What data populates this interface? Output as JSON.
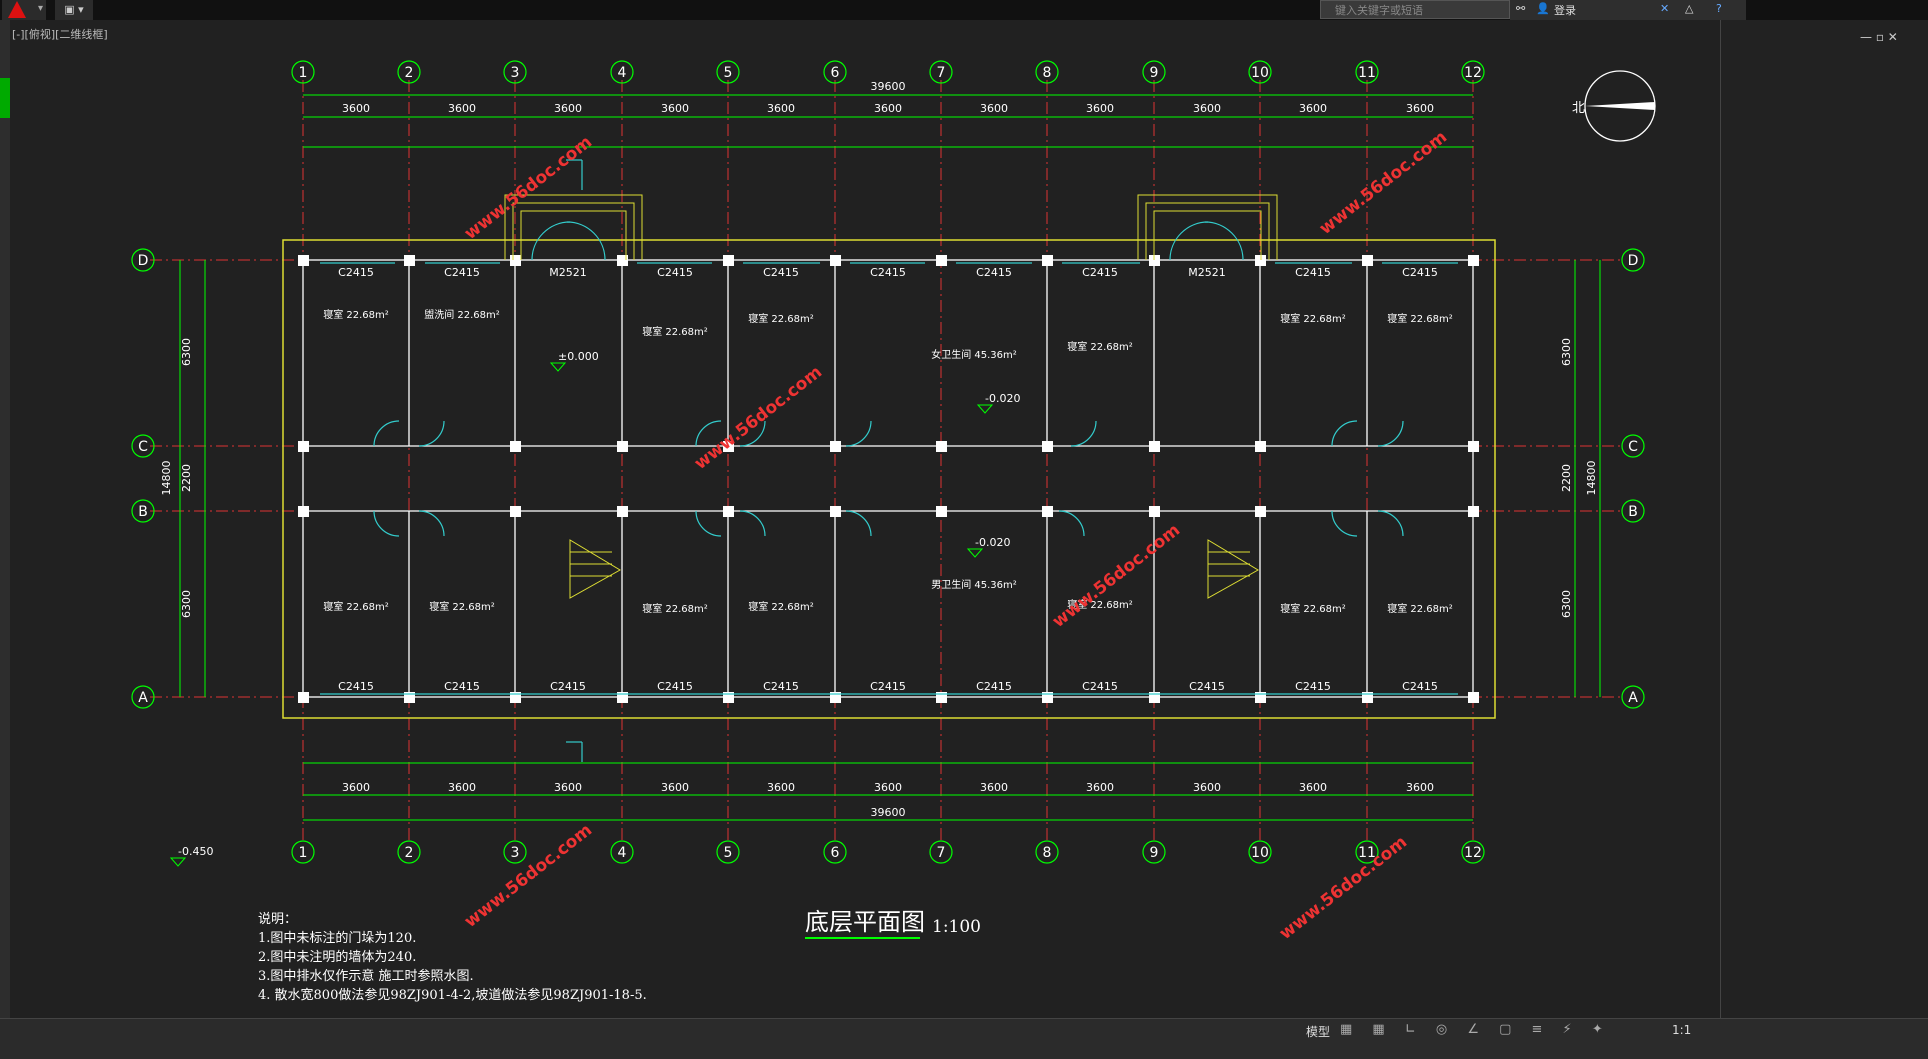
{
  "toolbar": {
    "search_placeholder": "键入关键字或短语",
    "login_label": "登录",
    "viewport_label": "[-][俯视][二维线框]"
  },
  "drawing": {
    "title": "底层平面图",
    "scale": "1:100",
    "overall_dim": "39600",
    "axes_num": [
      "1",
      "2",
      "3",
      "4",
      "5",
      "6",
      "7",
      "8",
      "9",
      "10",
      "11",
      "12"
    ],
    "axes_letter": [
      "D",
      "C",
      "B",
      "A"
    ],
    "span_dims": [
      "3600",
      "3600",
      "3600",
      "3600",
      "3600",
      "3600",
      "3600",
      "3600",
      "3600",
      "3600",
      "3600"
    ],
    "top_windows": [
      "C2415",
      "C2415",
      "M2521",
      "C2415",
      "C2415",
      "C2415",
      "C2415",
      "C2415",
      "M2521",
      "C2415",
      "C2415"
    ],
    "bottom_windows": [
      "C2415",
      "C2415",
      "C2415",
      "C2415",
      "C2415",
      "C2415",
      "C2415",
      "C2415",
      "C2415",
      "C2415",
      "C2415"
    ],
    "rooms_top": [
      "寝室 22.68m²",
      "盥洗间 22.68m²",
      "",
      "寝室 22.68m²",
      "寝室 22.68m²",
      "女卫生间 45.36m²",
      "",
      "寝室 22.68m²",
      "",
      "寝室 22.68m²",
      "寝室 22.68m²"
    ],
    "rooms_bottom": [
      "寝室 22.68m²",
      "寝室 22.68m²",
      "",
      "寝室 22.68m²",
      "寝室 22.68m²",
      "男卫生间 45.36m²",
      "",
      "寝室 22.68m²",
      "",
      "寝室 22.68m²",
      "寝室 22.68m²"
    ],
    "elev_0": "±0.000",
    "elev_m020": "-0.020",
    "elev_m450": "-0.450",
    "left_dims": [
      "6300",
      "2200",
      "6300"
    ],
    "total_depth": "14800",
    "watermark": "www.56doc.com",
    "north": "北"
  },
  "notes": {
    "heading": "说明：",
    "lines": [
      "1.图中未标注的门垛为120.",
      "2.图中未注明的墙体为240.",
      "3.图中排水仅作示意 施工时参照水图.",
      "4. 散水宽800做法参见98ZJ901-4-2,坡道做法参见98ZJ901-18-5."
    ]
  },
  "status": {
    "model_tab": "模型",
    "scale": "1:1"
  }
}
